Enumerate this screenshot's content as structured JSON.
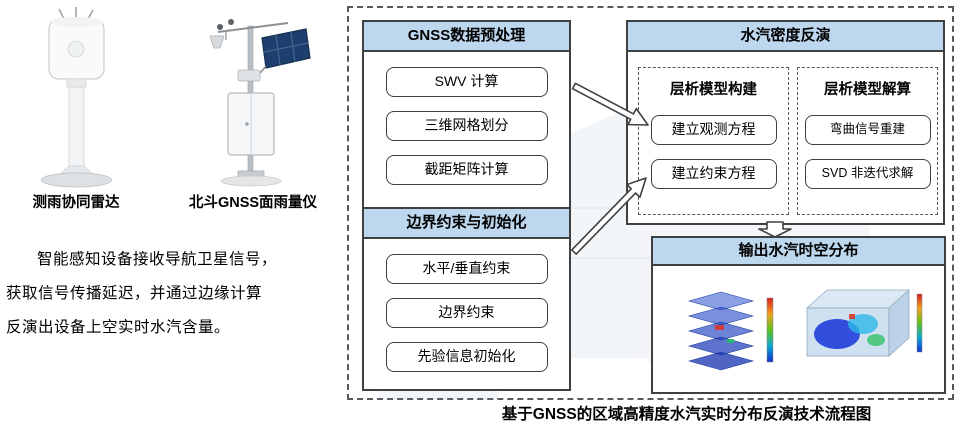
{
  "colors": {
    "header_bg": "#bdd7ee",
    "box_border": "#404040",
    "dashed_border": "#595959"
  },
  "left_panel": {
    "device1_label": "测雨协同雷达",
    "device2_label": "北斗GNSS面雨量仪",
    "description": [
      "智能感知设备接收导航卫星信号，",
      "获取信号传播延迟，并通过边缘计算",
      "反演出设备上空实时水汽含量。"
    ]
  },
  "flowchart": {
    "preprocess": {
      "title": "GNSS数据预处理",
      "items": [
        "SWV 计算",
        "三维网格划分",
        "截距矩阵计算"
      ]
    },
    "boundary": {
      "title": "边界约束与初始化",
      "items": [
        "水平/垂直约束",
        "边界约束",
        "先验信息初始化"
      ]
    },
    "inversion": {
      "title": "水汽密度反演",
      "model_build": {
        "title": "层析模型构建",
        "items": [
          "建立观测方程",
          "建立约束方程"
        ]
      },
      "model_solve": {
        "title": "层析模型解算",
        "items": [
          "弯曲信号重建",
          "SVD 非迭代求解"
        ]
      }
    },
    "output": {
      "title": "输出水汽时空分布"
    },
    "caption": "基于GNSS的区域高精度水汽实时分布反演技术流程图"
  }
}
